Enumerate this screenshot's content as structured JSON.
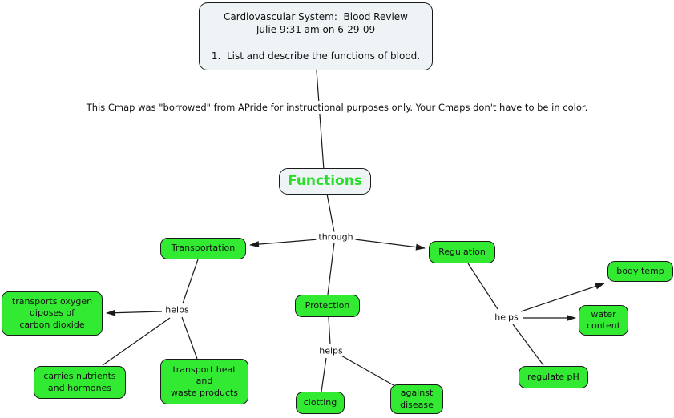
{
  "colors": {
    "node_green": "#33EA33",
    "functions_green": "#28DF28",
    "panel_fill": "#EEF3F6",
    "line_color": "#1A1A1A"
  },
  "header_node": {
    "text": "Cardiovascular System:  Blood Review\nJulie 9:31 am on 6-29-09\n\n1.  List and describe the functions of blood."
  },
  "note": "This Cmap was \"borrowed\" from APride for instructional purposes only. Your Cmaps don't have to be in color.",
  "root": {
    "label": "Functions"
  },
  "links": {
    "through": "through",
    "helps_left": "helps",
    "helps_center": "helps",
    "helps_right": "helps"
  },
  "concepts": {
    "transportation": "Transportation",
    "regulation": "Regulation",
    "protection": "Protection",
    "transports_oxygen": "transports oxygen\ndiposes of\ncarbon dioxide",
    "carries_nutrients": "carries nutrients\nand hormones",
    "transport_heat": "transport heat\nand\nwaste products",
    "clotting": "clotting",
    "against_disease": "against\ndisease",
    "body_temp": "body temp",
    "water_content": "water\ncontent",
    "regulate_ph": "regulate pH"
  }
}
